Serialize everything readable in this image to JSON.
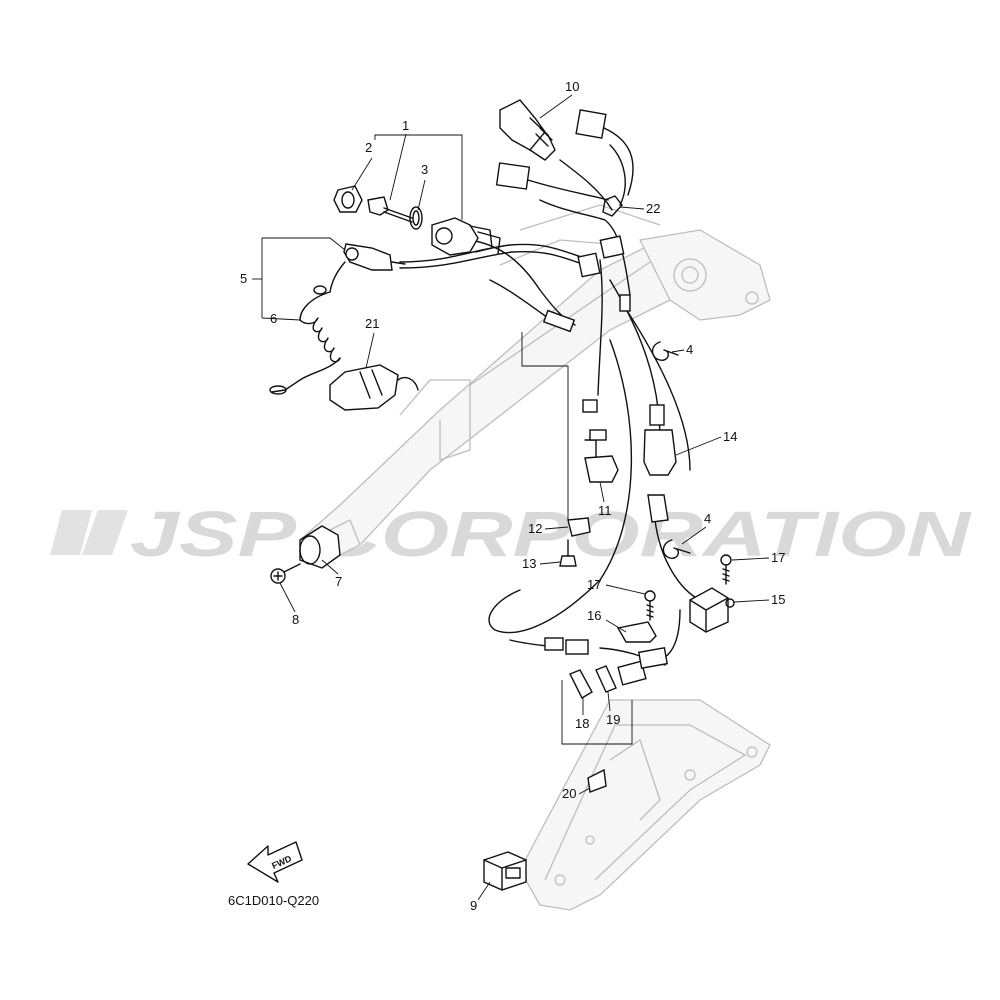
{
  "watermark": {
    "text": "JSP CORPORATION",
    "color": "#d9d9d9"
  },
  "drawing_code": "6C1D010-Q220",
  "fwd_arrow_label": "FWD",
  "callouts": [
    {
      "id": "1",
      "label": "1"
    },
    {
      "id": "2",
      "label": "2"
    },
    {
      "id": "3",
      "label": "3"
    },
    {
      "id": "4a",
      "label": "4"
    },
    {
      "id": "4b",
      "label": "4"
    },
    {
      "id": "5",
      "label": "5"
    },
    {
      "id": "6",
      "label": "6"
    },
    {
      "id": "7",
      "label": "7"
    },
    {
      "id": "8",
      "label": "8"
    },
    {
      "id": "9",
      "label": "9"
    },
    {
      "id": "10",
      "label": "10"
    },
    {
      "id": "11",
      "label": "11"
    },
    {
      "id": "12",
      "label": "12"
    },
    {
      "id": "13",
      "label": "13"
    },
    {
      "id": "14",
      "label": "14"
    },
    {
      "id": "15",
      "label": "15"
    },
    {
      "id": "16",
      "label": "16"
    },
    {
      "id": "17a",
      "label": "17"
    },
    {
      "id": "17b",
      "label": "17"
    },
    {
      "id": "18",
      "label": "18"
    },
    {
      "id": "19",
      "label": "19"
    },
    {
      "id": "20",
      "label": "20"
    },
    {
      "id": "21",
      "label": "21"
    },
    {
      "id": "22",
      "label": "22"
    }
  ]
}
